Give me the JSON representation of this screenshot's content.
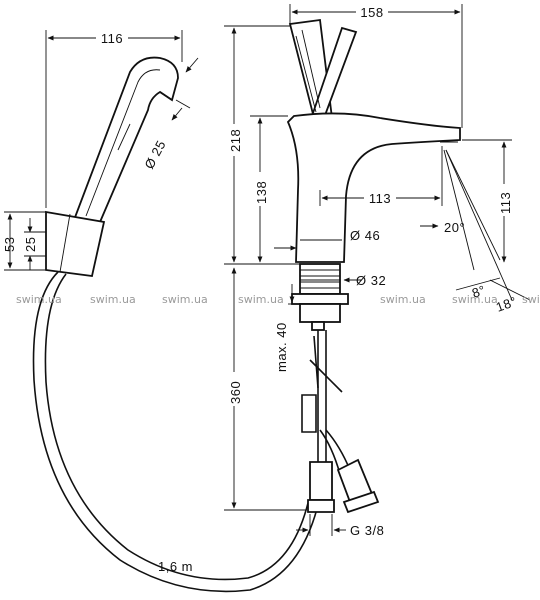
{
  "dimensions": {
    "shower_width": "116",
    "shower_head_diameter": "Ø 25",
    "holder_outer": "53",
    "holder_inner": "25",
    "faucet_width": "158",
    "faucet_height": "218",
    "spout_height": "138",
    "spout_reach": "113",
    "spout_clearance": "113",
    "base_diameter": "Ø 46",
    "spray_angle": "20°",
    "thread_diameter": "Ø 32",
    "max_thickness": "max. 40",
    "hose_length_under": "360",
    "connection_thread": "G 3/8",
    "hose_length": "1,6 m",
    "tilt_angle_small": "8°",
    "tilt_angle_large": "18°"
  },
  "watermarks": [
    "swim.ua",
    "swim.ua",
    "swim.ua",
    "swim.ua",
    "swim.ua",
    "swim.ua",
    "swim.ua"
  ]
}
